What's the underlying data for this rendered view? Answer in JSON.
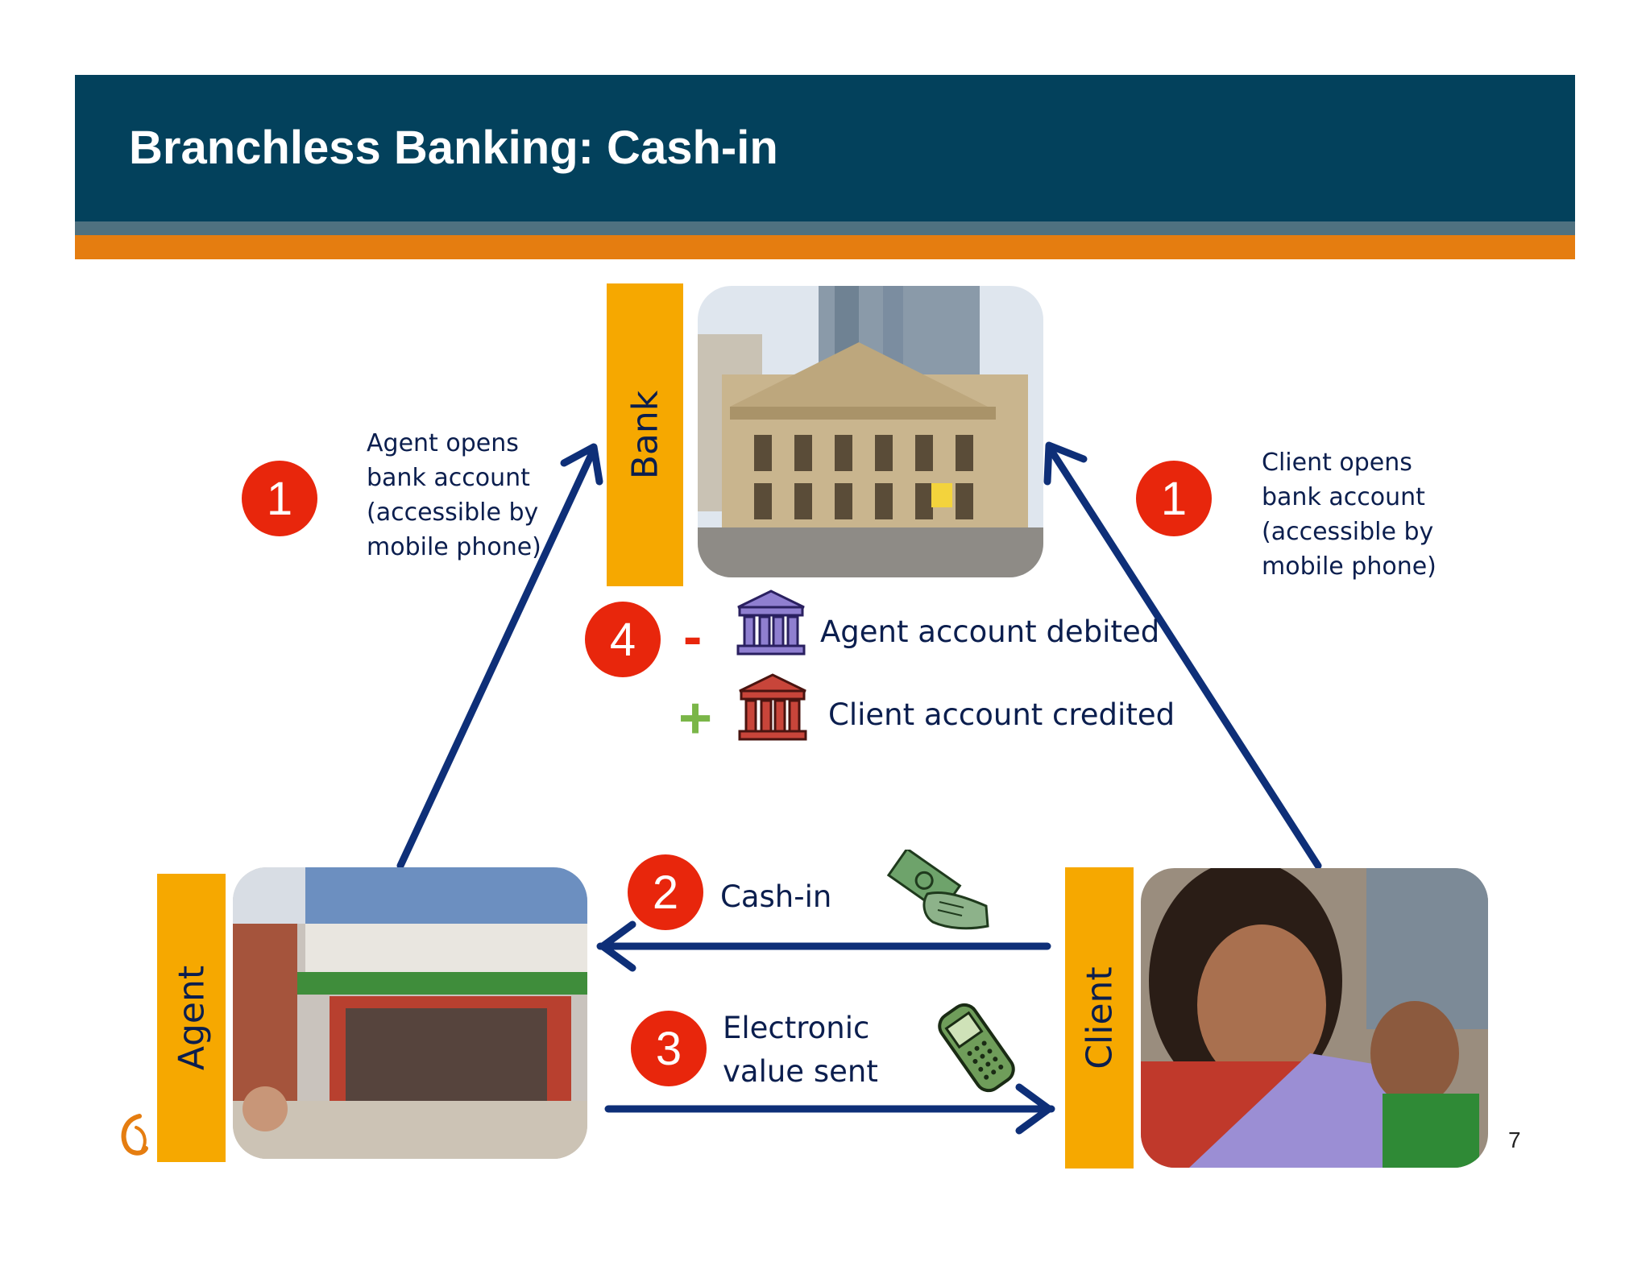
{
  "slide": {
    "title": "Branchless Banking: Cash-in",
    "page_number": "7"
  },
  "nodes": {
    "bank": "Bank",
    "agent": "Agent",
    "client": "Client"
  },
  "steps": {
    "agent_opens": {
      "number": "1",
      "lines": [
        "Agent opens",
        "bank account",
        "(accessible by",
        "mobile phone)"
      ]
    },
    "client_opens": {
      "number": "1",
      "lines": [
        "Client opens",
        "bank account",
        "(accessible by",
        "mobile phone)"
      ]
    },
    "cash_in": {
      "number": "2",
      "label": "Cash-in"
    },
    "electronic_value": {
      "number": "3",
      "lines": [
        "Electronic",
        "value sent"
      ]
    },
    "settlement": {
      "number": "4",
      "minus_sign": "-",
      "plus_sign": "+",
      "debit_label": "Agent account debited",
      "credit_label": "Client account credited"
    }
  },
  "colors": {
    "header": "#03415c",
    "accent_orange": "#e57d10",
    "label_bar": "#f6a800",
    "step_circle": "#e8260c",
    "arrow": "#0e2f78",
    "text": "#0b1e4e",
    "minus": "#e8260c",
    "plus": "#7ab648",
    "bank_icon_debit": "#8f7fd0",
    "bank_icon_credit": "#c8453a"
  },
  "icons": {
    "bank_debit": "bank-building-icon",
    "bank_credit": "bank-building-icon",
    "cash": "hand-with-cash-icon",
    "phone": "mobile-phone-icon",
    "logo": "organization-logo"
  }
}
